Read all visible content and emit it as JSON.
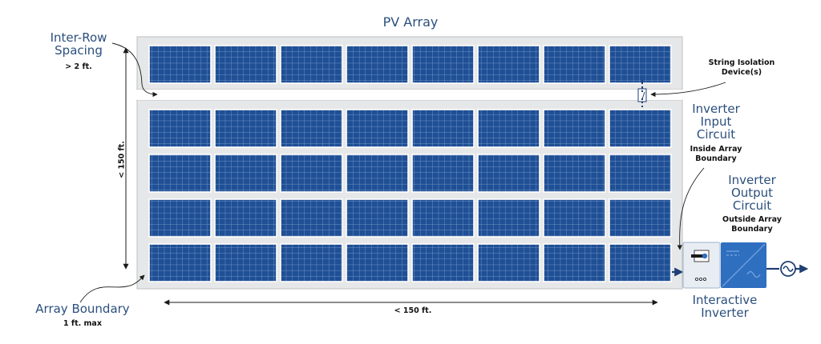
{
  "title": "PV Array",
  "labels": {
    "inter_row_title": "Inter-Row\nSpacing",
    "inter_row_value": "> 2 ft.",
    "string_isolation": "String Isolation\nDevice(s)",
    "input_circuit_title": "Inverter\nInput\nCircuit",
    "input_circuit_note": "Inside Array\nBoundary",
    "output_circuit_title": "Inverter\nOutput\nCircuit",
    "output_circuit_note": "Outside Array\nBoundary",
    "array_boundary_title": "Array Boundary",
    "array_boundary_value": "1 ft. max",
    "inverter_name": "Interactive\nInverter",
    "vertical_dimension": "< 150 ft.",
    "horizontal_dimension": "< 150 ft."
  },
  "array": {
    "top_rows": 1,
    "bottom_rows": 4,
    "modules_per_row": 8
  },
  "colors": {
    "module": "#1f4f95",
    "module_grid": "#8aa9d6",
    "module_frame": "#ffffff",
    "boundary_fill": "#e6e7e8",
    "boundary_stroke": "#c5c7c9",
    "text_blue": "#2b4f7e",
    "wire": "#1f3f73",
    "inverter_blue": "#2f6fc0",
    "inverter_gray": "#e8edf4"
  },
  "icons": [
    "disconnect-switch-icon",
    "inverter-dc-ac-icon",
    "ac-sine-icon",
    "string-isolation-switch-icon"
  ]
}
